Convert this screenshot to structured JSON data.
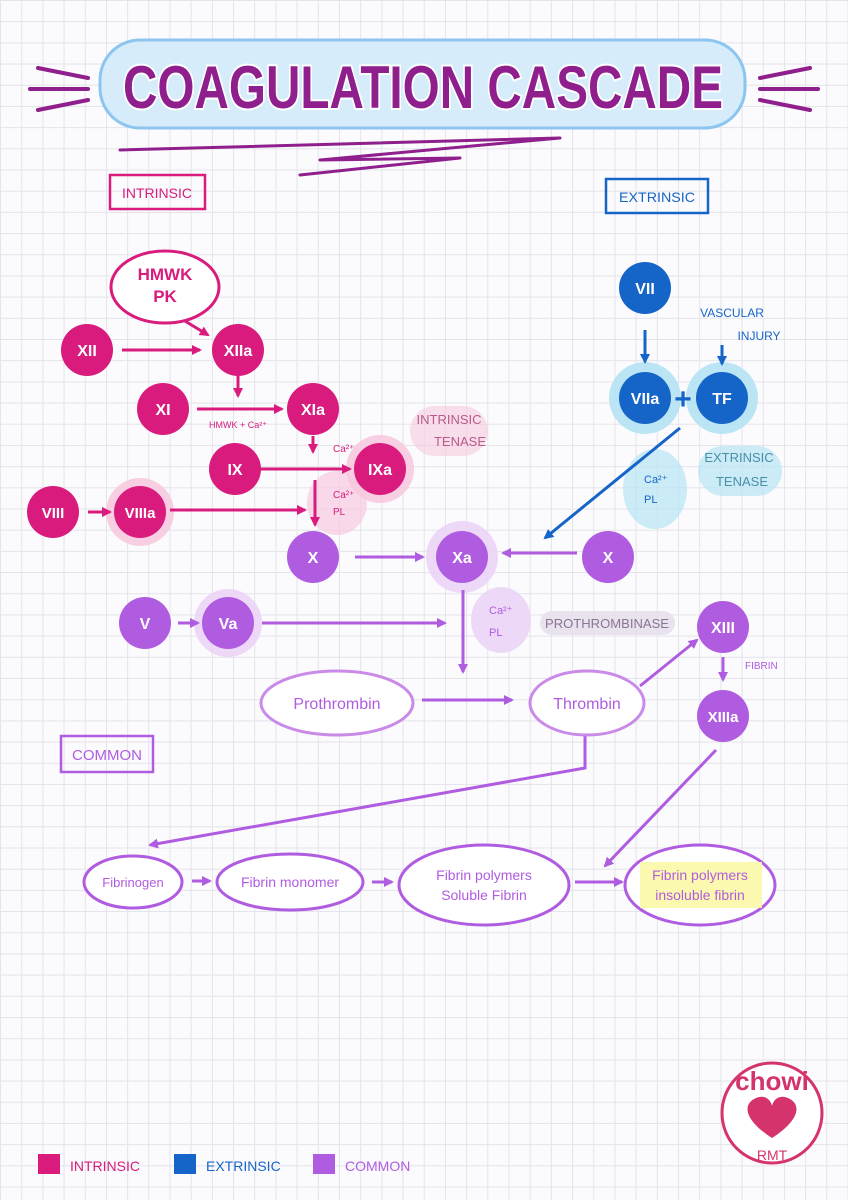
{
  "title": "COAGULATION CASCADE",
  "colors": {
    "intrinsic": "#d81b7d",
    "intrinsic_light": "#f7c9df",
    "extrinsic": "#1565c8",
    "extrinsic_light": "#b7e4f3",
    "common": "#b05ce0",
    "common_light": "#e6ccf5",
    "title_fill": "#8e1f8c",
    "highlight_yellow": "#fbf7a6",
    "logo": "#d5336d"
  },
  "pathway_labels": {
    "intrinsic": "INTRINSIC",
    "extrinsic": "EXTRINSIC",
    "common": "COMMON"
  },
  "nodes": {
    "hmwk_pk_line1": "HMWK",
    "hmwk_pk_line2": "PK",
    "XII": "XII",
    "XIIa": "XIIa",
    "XI": "XI",
    "XIa": "XIa",
    "IX": "IX",
    "IXa": "IXa",
    "VIII": "VIII",
    "VIIIa": "VIIIa",
    "X_left": "X",
    "Xa": "Xa",
    "X_right": "X",
    "V": "V",
    "Va": "Va",
    "VII": "VII",
    "VIIa": "VIIa",
    "TF": "TF",
    "XIII": "XIII",
    "XIIIa": "XIIIa",
    "prothrombin": "Prothrombin",
    "thrombin": "Thrombin",
    "fibrinogen": "Fibrinogen",
    "fibrin_monomer": "Fibrin monomer",
    "fibrin_soluble_line1": "Fibrin polymers",
    "fibrin_soluble_line2": "Soluble Fibrin",
    "fibrin_insoluble_line1": "Fibrin polymers",
    "fibrin_insoluble_line2": "insoluble fibrin"
  },
  "annotations": {
    "hmwk_ca": "HMWK + Ca²⁺",
    "ca_1": "Ca²⁺",
    "ca_pl_intrinsic_1": "Ca²⁺",
    "ca_pl_intrinsic_2": "PL",
    "ca_pl_extrinsic_1": "Ca²⁺",
    "ca_pl_extrinsic_2": "PL",
    "ca_pl_common_1": "Ca²⁺",
    "ca_pl_common_2": "PL",
    "intrinsic_tenase_1": "INTRINSIC",
    "intrinsic_tenase_2": "TENASE",
    "extrinsic_tenase_1": "EXTRINSIC",
    "extrinsic_tenase_2": "TENASE",
    "vascular_1": "VASCULAR",
    "vascular_2": "INJURY",
    "prothrombinase": "PROTHROMBINASE",
    "fibrin": "FIBRIN",
    "plus": "+"
  },
  "legend": {
    "intrinsic": "INTRINSIC",
    "extrinsic": "EXTRINSIC",
    "common": "COMMON"
  },
  "logo": {
    "name": "chowi",
    "suffix": "RMT"
  }
}
